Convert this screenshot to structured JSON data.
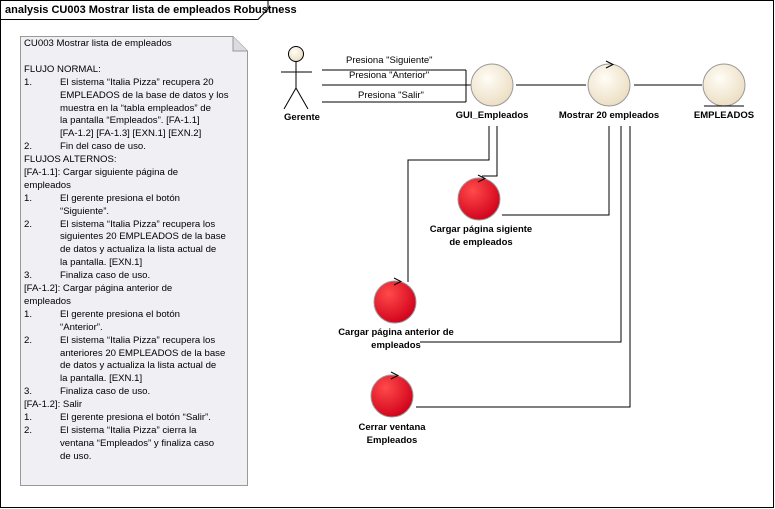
{
  "diagram": {
    "title": "analysis CU003 Mostrar lista de empleados Robustness"
  },
  "note": {
    "title": "CU003 Mostrar lista de empleados",
    "lines": [
      {
        "plain": "FLUJO NORMAL:"
      },
      {
        "num": "1.",
        "txt": "El sistema “Italia Pizza” recupera 20"
      },
      {
        "txt": "EMPLEADOS de la base de datos y los"
      },
      {
        "txt": "muestra en la “tabla empleados” de"
      },
      {
        "txt": "la pantalla “Empleados”. [FA-1.1]"
      },
      {
        "txt": "[FA-1.2] [FA-1.3] [EXN.1] [EXN.2]"
      },
      {
        "num": "2.",
        "txt": "Fin del caso de uso."
      },
      {
        "plain": "FLUJOS ALTERNOS:"
      },
      {
        "plain": "[FA-1.1]: Cargar siguiente página de"
      },
      {
        "plain": "empleados"
      },
      {
        "num": "1.",
        "txt": "El gerente presiona el botón"
      },
      {
        "txt": "“Siguiente”."
      },
      {
        "num": "2.",
        "txt": "El sistema “Italia Pizza” recupera los"
      },
      {
        "txt": "siguientes 20 EMPLEADOS de la base"
      },
      {
        "txt": "de datos y actualiza la lista actual de"
      },
      {
        "txt": "la pantalla. [EXN.1]"
      },
      {
        "num": "3.",
        "txt": "Finaliza caso de uso."
      },
      {
        "plain": "[FA-1.2]: Cargar página anterior de"
      },
      {
        "plain": "empleados"
      },
      {
        "num": "1.",
        "txt": "El gerente presiona el botón"
      },
      {
        "txt": "“Anterior”."
      },
      {
        "num": "2.",
        "txt": "El sistema “Italia Pizza” recupera los"
      },
      {
        "txt": "anteriores 20 EMPLEADOS de la base"
      },
      {
        "txt": "de datos y actualiza la lista actual de"
      },
      {
        "txt": "la pantalla. [EXN.1]"
      },
      {
        "num": "3.",
        "txt": "Finaliza caso de uso."
      },
      {
        "plain": "[FA-1.2]: Salir"
      },
      {
        "num": "1.",
        "txt": "El gerente presiona el botón “Salir”."
      },
      {
        "num": "2.",
        "txt": "El sistema “Italia Pizza” cierra la"
      },
      {
        "txt": "ventana “Empleados” y finaliza caso"
      },
      {
        "txt": "de uso."
      }
    ]
  },
  "actor": {
    "name": "Gerente"
  },
  "boundary": {
    "name": "GUI_Empleados"
  },
  "control_main": {
    "name": "Mostrar 20 empleados"
  },
  "entity": {
    "name": "EMPLEADOS"
  },
  "controls": {
    "siguiente": {
      "line1": "Cargar página sigiente",
      "line2": "de empleados"
    },
    "anterior": {
      "line1": "Cargar página anterior de",
      "line2": "empleados"
    },
    "cerrar": {
      "line1": "Cerrar ventana",
      "line2": "Empleados"
    }
  },
  "messages": {
    "siguiente": "Presiona \"Siguiente\"",
    "anterior": "Presiona \"Anterior\"",
    "salir": "Presiona \"Salir\""
  },
  "colors": {
    "control_red": "#e3001b",
    "boundary_fill": "#f5ecd8",
    "note_fill": "#f0eff4"
  }
}
